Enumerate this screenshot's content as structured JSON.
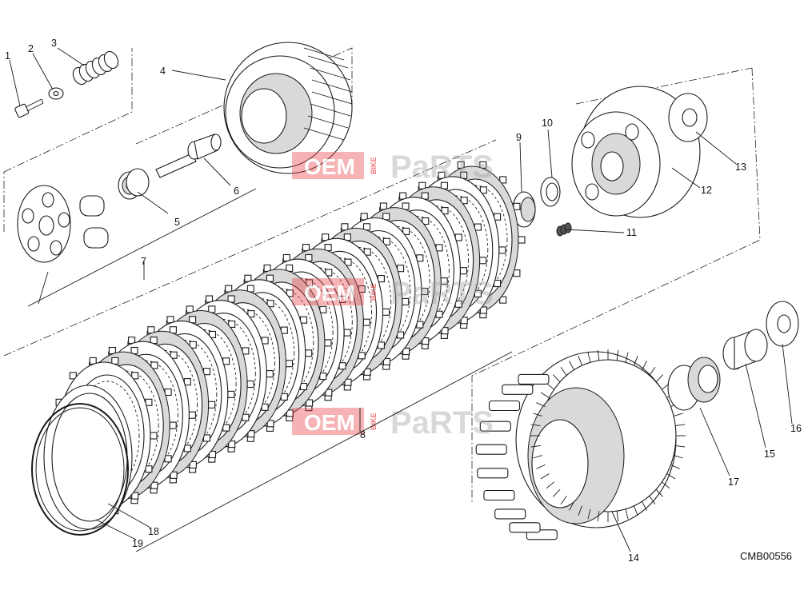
{
  "diagram": {
    "drawing_code": "CMB00556",
    "watermark": {
      "word1": "OEM",
      "word2": "BIKE",
      "word3": "PaRTS",
      "color": "#e8474b"
    },
    "callouts": [
      "1",
      "2",
      "3",
      "4",
      "5",
      "6",
      "7",
      "8",
      "9",
      "10",
      "11",
      "12",
      "13",
      "14",
      "15",
      "16",
      "17",
      "18",
      "19"
    ]
  }
}
